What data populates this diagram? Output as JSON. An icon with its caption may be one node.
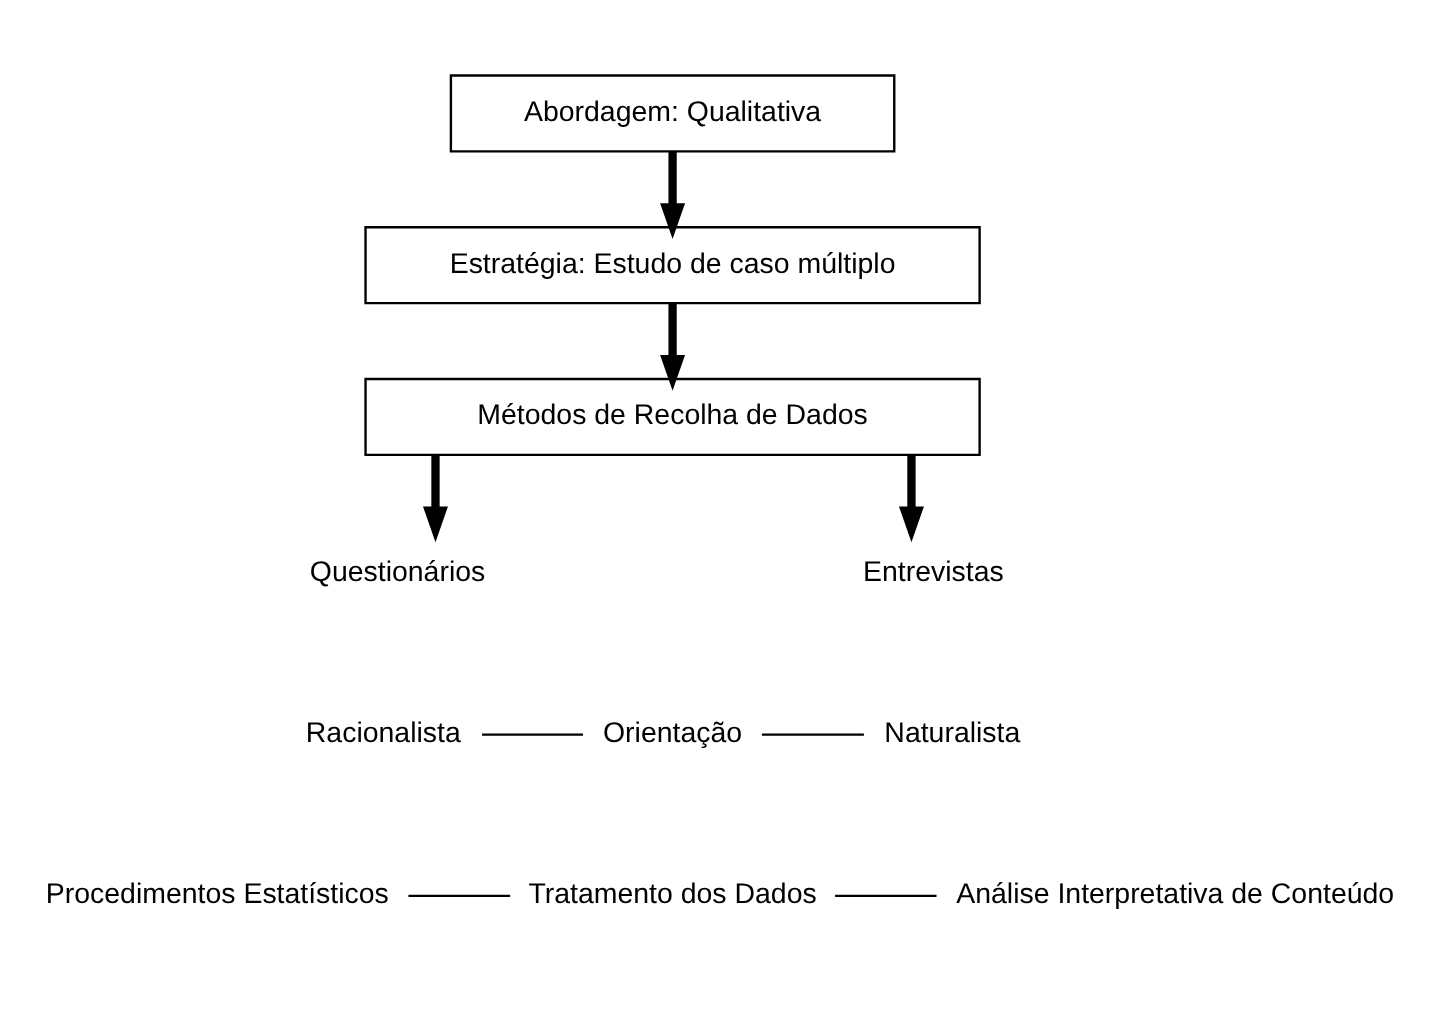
{
  "diagram": {
    "nodes": [
      {
        "text": [
          "Abordagem: Qualitativa"
        ]
      },
      {
        "text": [
          "Estratégia: Estudo de caso múltiplo"
        ]
      },
      {
        "text": [
          "Métodos de Recolha de Dados"
        ]
      },
      {
        "text": [
          "Questionários"
        ]
      },
      {
        "text": [
          "Entrevistas"
        ]
      },
      {
        "text": [
          "Racionalista"
        ]
      },
      {
        "text": [
          "Orientação"
        ]
      },
      {
        "text": [
          "Naturalista"
        ]
      },
      {
        "text": [
          "Procedimentos Estatísticos"
        ]
      },
      {
        "text": [
          "Tratamento dos Dados"
        ]
      },
      {
        "text": [
          "Análise Interpretativa de Conteúdo"
        ]
      }
    ],
    "edges": [
      {
        "from": 0,
        "to": 1,
        "arrow": "to",
        "style": "thick"
      },
      {
        "from": 1,
        "to": 2,
        "arrow": "to",
        "style": "thick"
      },
      {
        "from": 2,
        "to": 3,
        "arrow": "to",
        "style": "thick"
      },
      {
        "from": 2,
        "to": 4,
        "arrow": "to",
        "style": "thick"
      },
      {
        "from": 5,
        "to": 6,
        "arrow": "none"
      },
      {
        "from": 6,
        "to": 7,
        "arrow": "none"
      },
      {
        "from": 8,
        "to": 9,
        "arrow": "none"
      },
      {
        "from": 9,
        "to": 10,
        "arrow": "none"
      }
    ]
  }
}
